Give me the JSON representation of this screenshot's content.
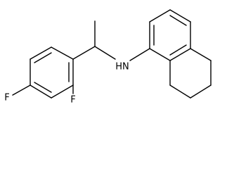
{
  "molecule": {
    "atom_labels": {
      "fluorine_left": "F",
      "fluorine_bottom": "F",
      "amine": "HN"
    },
    "ring_count": 3,
    "aromatic_ring_count": 2,
    "colors": {
      "bond": "#000000",
      "label": "#000000",
      "background": "#ffffff"
    }
  }
}
